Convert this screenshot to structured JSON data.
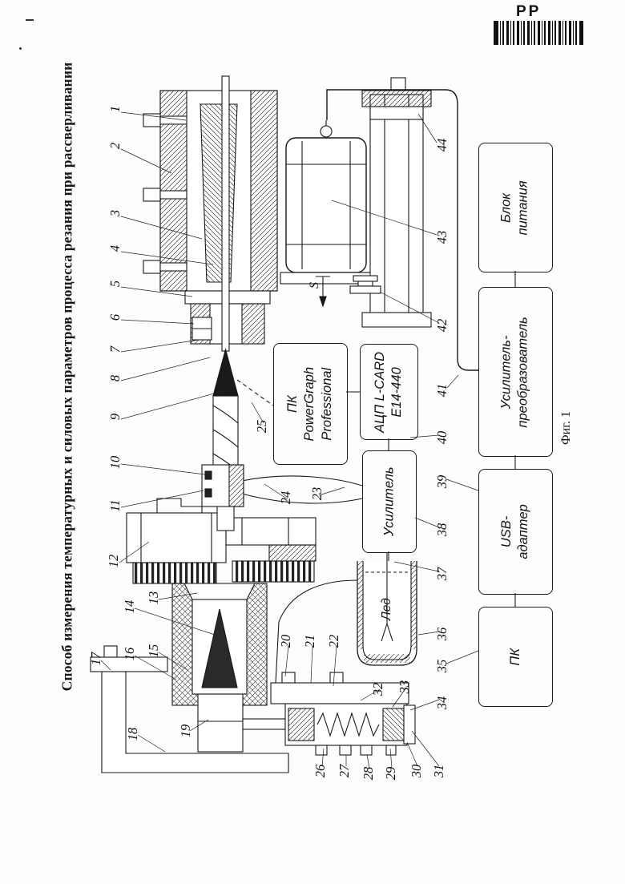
{
  "page": {
    "header_right": "PP",
    "title": "Способ измерения температурных и силовых параметров процесса резания при рассверливании",
    "figure_caption": "Фиг. 1"
  },
  "diagram": {
    "feed_label": "S",
    "ice_label": "Лед",
    "boxes": {
      "powergraph": {
        "lines": [
          "ПК",
          "PowerGraph",
          "Professional"
        ]
      },
      "adc": {
        "lines": [
          "АЦП L-CARD",
          "Е14-440"
        ]
      },
      "amplifier": {
        "lines": [
          "Усилитель"
        ]
      },
      "power_supply": {
        "lines": [
          "Блок",
          "питания"
        ]
      },
      "amp_converter": {
        "lines": [
          "Усилитель-",
          "преобразователь"
        ]
      },
      "usb_adapter": {
        "lines": [
          "USB-",
          "адаптер"
        ]
      },
      "pc": {
        "lines": [
          "ПК"
        ]
      }
    },
    "callouts": {
      "c1": "1",
      "c2": "2",
      "c3": "3",
      "c4": "4",
      "c5": "5",
      "c6": "6",
      "c7": "7",
      "c8": "8",
      "c9": "9",
      "c10": "10",
      "c11": "11",
      "c12": "12",
      "c13": "13",
      "c14": "14",
      "c15": "15",
      "c16": "16",
      "c17": "17",
      "c18": "18",
      "c19": "19",
      "c20": "20",
      "c21": "21",
      "c22": "22",
      "c23": "23",
      "c24": "24",
      "c25": "25",
      "c26": "26",
      "c27": "27",
      "c28": "28",
      "c29": "29",
      "c30": "30",
      "c31": "31",
      "c32": "32",
      "c33": "33",
      "c34": "34",
      "c35": "35",
      "c36": "36",
      "c37": "37",
      "c38": "38",
      "c39": "39",
      "c40": "40",
      "c41": "41",
      "c42": "42",
      "c43": "43",
      "c44": "44"
    }
  }
}
